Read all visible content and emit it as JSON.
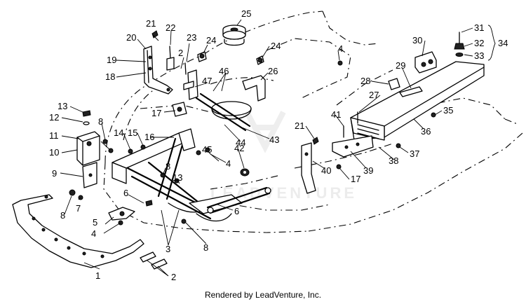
{
  "diagram": {
    "watermark": "LEADVENTURE",
    "callouts": [
      {
        "id": "c1",
        "label": "1"
      },
      {
        "id": "c2a",
        "label": "2"
      },
      {
        "id": "c2b",
        "label": "2"
      },
      {
        "id": "c3",
        "label": "3"
      },
      {
        "id": "c4a",
        "label": "4"
      },
      {
        "id": "c4b",
        "label": "4"
      },
      {
        "id": "c4c",
        "label": "4"
      },
      {
        "id": "c5",
        "label": "5"
      },
      {
        "id": "c6a",
        "label": "6"
      },
      {
        "id": "c6b",
        "label": "6"
      },
      {
        "id": "c7",
        "label": "7"
      },
      {
        "id": "c8a",
        "label": "8"
      },
      {
        "id": "c8b",
        "label": "8"
      },
      {
        "id": "c8c",
        "label": "8"
      },
      {
        "id": "c8d",
        "label": "8"
      },
      {
        "id": "c9",
        "label": "9"
      },
      {
        "id": "c10",
        "label": "10"
      },
      {
        "id": "c11",
        "label": "11"
      },
      {
        "id": "c12",
        "label": "12"
      },
      {
        "id": "c13a",
        "label": "13"
      },
      {
        "id": "c13b",
        "label": "13"
      },
      {
        "id": "c14",
        "label": "14"
      },
      {
        "id": "c15",
        "label": "15"
      },
      {
        "id": "c16",
        "label": "16"
      },
      {
        "id": "c17a",
        "label": "17"
      },
      {
        "id": "c17b",
        "label": "17"
      },
      {
        "id": "c18",
        "label": "18"
      },
      {
        "id": "c19",
        "label": "19"
      },
      {
        "id": "c20",
        "label": "20"
      },
      {
        "id": "c21a",
        "label": "21"
      },
      {
        "id": "c21b",
        "label": "21"
      },
      {
        "id": "c22",
        "label": "22"
      },
      {
        "id": "c23",
        "label": "23"
      },
      {
        "id": "c24a",
        "label": "24"
      },
      {
        "id": "c24b",
        "label": "24"
      },
      {
        "id": "c25",
        "label": "25"
      },
      {
        "id": "c26",
        "label": "26"
      },
      {
        "id": "c27",
        "label": "27"
      },
      {
        "id": "c28",
        "label": "28"
      },
      {
        "id": "c29",
        "label": "29"
      },
      {
        "id": "c30",
        "label": "30"
      },
      {
        "id": "c31",
        "label": "31"
      },
      {
        "id": "c32",
        "label": "32"
      },
      {
        "id": "c33",
        "label": "33"
      },
      {
        "id": "c34",
        "label": "34"
      },
      {
        "id": "c35",
        "label": "35"
      },
      {
        "id": "c36",
        "label": "36"
      },
      {
        "id": "c37",
        "label": "37"
      },
      {
        "id": "c38",
        "label": "38"
      },
      {
        "id": "c39",
        "label": "39"
      },
      {
        "id": "c40",
        "label": "40"
      },
      {
        "id": "c41",
        "label": "41"
      },
      {
        "id": "c42",
        "label": "42"
      },
      {
        "id": "c43",
        "label": "43"
      },
      {
        "id": "c44",
        "label": "44"
      },
      {
        "id": "c45",
        "label": "45"
      },
      {
        "id": "c46",
        "label": "46"
      },
      {
        "id": "c47",
        "label": "47"
      }
    ]
  },
  "footer": {
    "caption": "Rendered by LeadVenture, Inc."
  }
}
